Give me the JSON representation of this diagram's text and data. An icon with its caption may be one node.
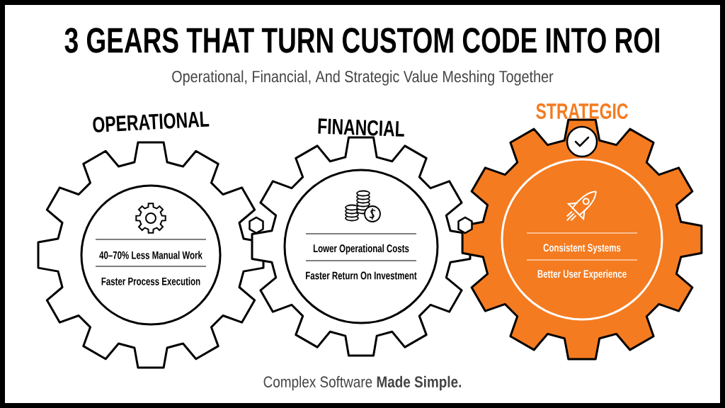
{
  "diagram": {
    "title": "3 GEARS THAT TURN CUSTOM CODE INTO ROI",
    "nodes": [
      {
        "text": [
          "OPERATIONAL",
          "40–70% Less Manual Work",
          "Faster Process Execution"
        ]
      },
      {
        "text": [
          "FINANCIAL",
          "Lower Operational Costs",
          "Faster Return On Investment"
        ]
      },
      {
        "text": [
          "STRATEGIC",
          "Consistent Systems",
          "Better User Experience"
        ]
      }
    ],
    "labels": [
      "Operational, Financial, And Strategic Value Meshing Together",
      "Complex Software **Made Simple.**"
    ]
  }
}
